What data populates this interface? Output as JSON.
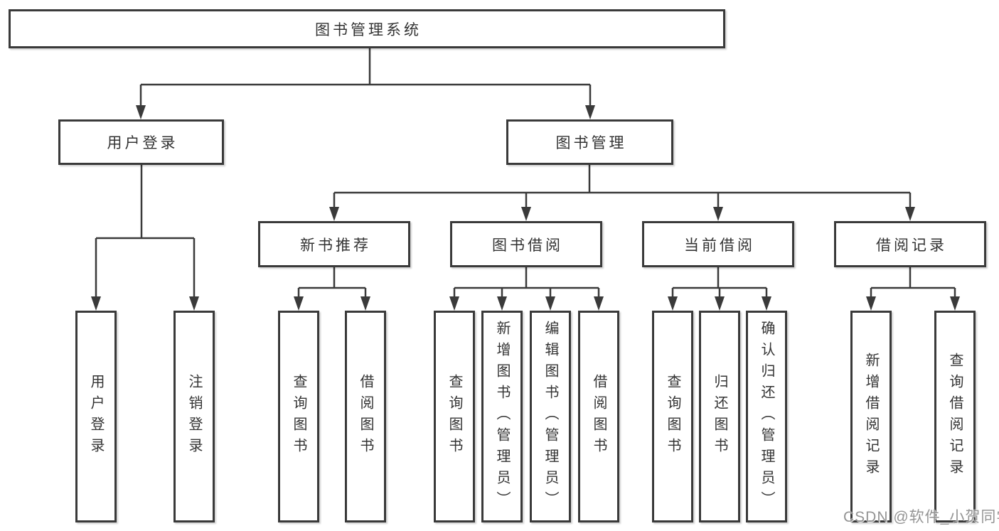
{
  "diagram": {
    "colors": {
      "line": "#3a3a3a",
      "text": "#333333",
      "background": "#ffffff",
      "watermark_text": "#949494"
    },
    "watermark": "CSDN @软件_小贺同学",
    "nodes": {
      "root": "图书管理系统",
      "level1": {
        "user_login": "用户登录",
        "book_management": "图书管理"
      },
      "level2": {
        "new_book_recommend": "新书推荐",
        "book_borrow": "图书借阅",
        "current_borrow": "当前借阅",
        "borrow_records": "借阅记录"
      },
      "leaves": {
        "user_login": [
          "用户登录",
          "注销登录"
        ],
        "new_book_recommend": [
          "查询图书",
          "借阅图书"
        ],
        "book_borrow": [
          "查询图书",
          "新增图书（管理员）",
          "编辑图书（管理员）",
          "借阅图书"
        ],
        "current_borrow": [
          "查询图书",
          "归还图书",
          "确认归还（管理员）"
        ],
        "borrow_records": [
          "新增借阅记录",
          "查询借阅记录"
        ]
      }
    }
  }
}
